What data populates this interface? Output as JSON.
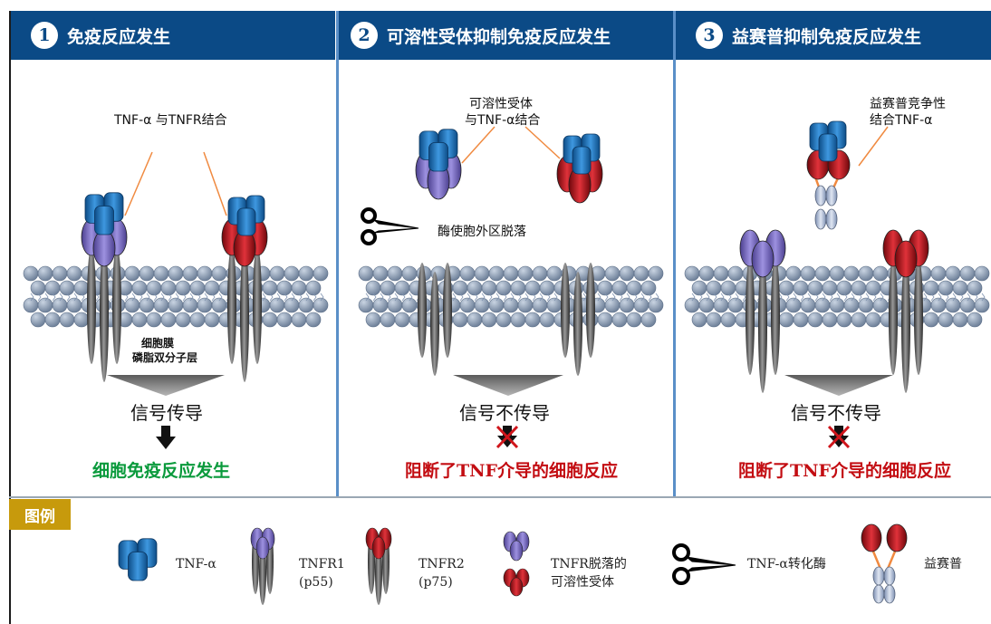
{
  "panels": [
    {
      "num": "1",
      "title": "免疫反应发生"
    },
    {
      "num": "2",
      "title": "可溶性受体抑制免疫反应发生"
    },
    {
      "num": "3",
      "title": "益赛普抑制免疫反应发生"
    }
  ],
  "panel1": {
    "binding_label": "TNF-α 与TNFR结合",
    "membrane_label_1": "细胞膜",
    "membrane_label_2": "磷脂双分子层",
    "signal": "信号传导",
    "result": "细胞免疫反应发生"
  },
  "panel2": {
    "soluble_label_1": "可溶性受体",
    "soluble_label_2": "与TNF-α结合",
    "enzyme_label": "酶使胞外区脱落",
    "signal": "信号不传导",
    "result": "阻断了TNF介导的细胞反应"
  },
  "panel3": {
    "compete_label_1": "益赛普竞争性",
    "compete_label_2": "结合TNF-α",
    "signal": "信号不传导",
    "result": "阻断了TNF介导的细胞反应"
  },
  "legend": {
    "title": "图例",
    "items": {
      "tnf": "TNF-α",
      "tnfr1_1": "TNFR1",
      "tnfr1_2": "(p55)",
      "tnfr2_1": "TNFR2",
      "tnfr2_2": "(p75)",
      "soluble_1": "TNFR脱落的",
      "soluble_2": "可溶性受体",
      "enzyme": "TNF-α转化酶",
      "drug": "益赛普"
    }
  },
  "colors": {
    "header": "#0b4a86",
    "divider": "#5a8fc8",
    "tnf_blue": "#1a6fb5",
    "tnfr1_purple": "#6f62b8",
    "tnfr2_red": "#b3141b",
    "lipid": "#7e8fa6",
    "result_green": "#0a9a3c",
    "result_red": "#c30d12",
    "legend_tag": "#c79a0c"
  }
}
